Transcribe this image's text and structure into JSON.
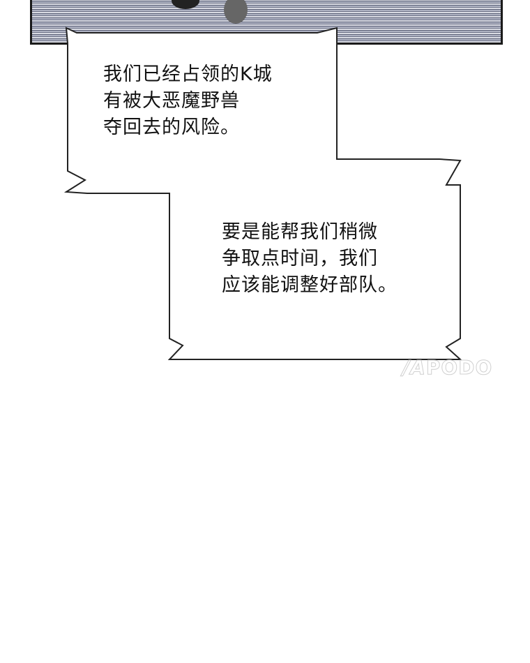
{
  "bubble_1": {
    "lines": [
      "我们已经占领的K城",
      "有被大恶魔野兽",
      "夺回去的风险。"
    ]
  },
  "bubble_2": {
    "lines": [
      "要是能帮我们稍微",
      "争取点时间，我们",
      "应该能调整好部队。"
    ]
  },
  "watermark": "PODO"
}
